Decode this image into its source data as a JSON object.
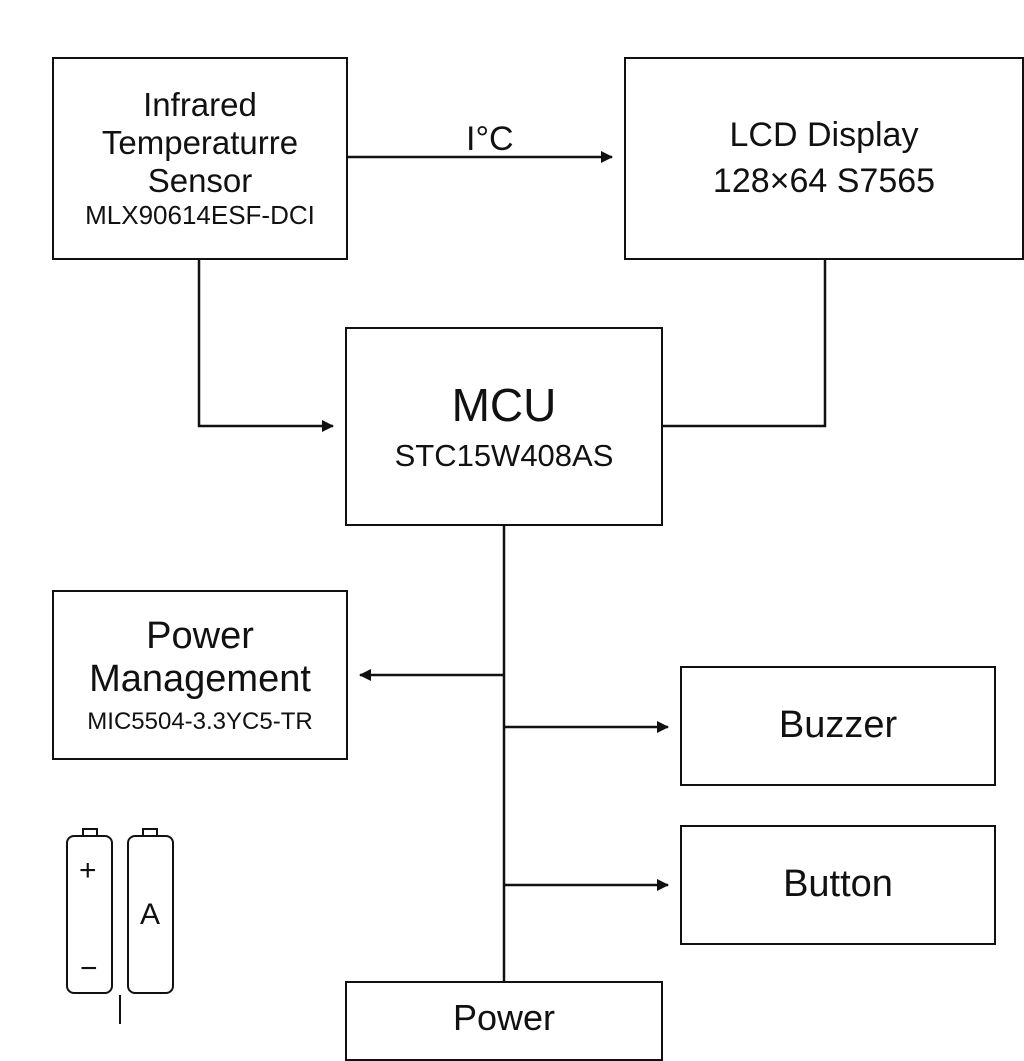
{
  "blocks": {
    "sensor": {
      "lines": [
        "Infrared",
        "Temperaturre",
        "Sensor"
      ],
      "part": "MLX90614ESF-DCI"
    },
    "lcd": {
      "lines": [
        "LCD Display",
        "128×64 S7565"
      ]
    },
    "mcu": {
      "title": "MCU",
      "part": "STC15W408AS"
    },
    "power_management": {
      "lines": [
        "Power",
        "Management"
      ],
      "part": "MIC5504-3.3YC5-TR"
    },
    "buzzer": {
      "label": "Buzzer"
    },
    "button": {
      "label": "Button"
    },
    "power": {
      "label": "Power"
    }
  },
  "connections": {
    "sensor_to_lcd": {
      "label": "I°C"
    }
  },
  "batteries": {
    "cell1_plus": "+",
    "cell1_minus": "−",
    "cell2_label": "A"
  }
}
